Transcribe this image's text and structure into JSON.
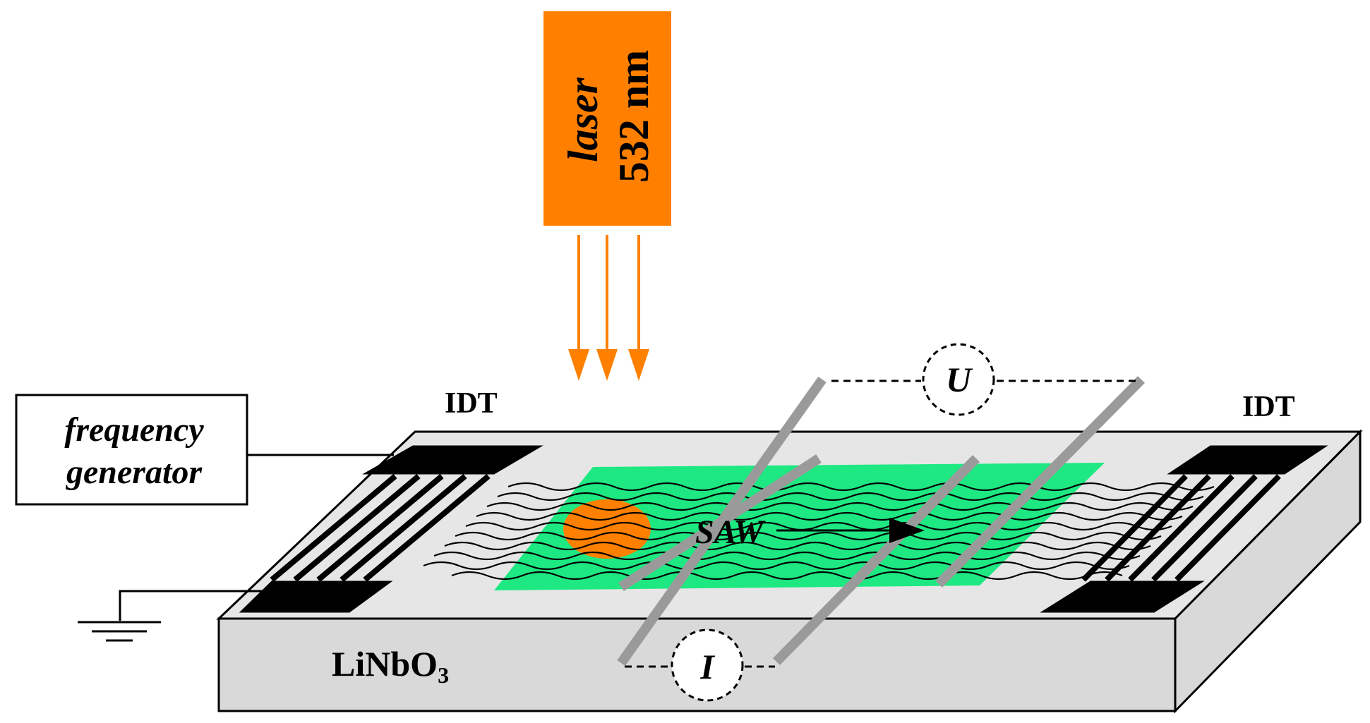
{
  "laser": {
    "label": "laser",
    "wavelength": "532 nm",
    "color": "#ff8000"
  },
  "idt_left": {
    "label": "IDT"
  },
  "idt_right": {
    "label": "IDT"
  },
  "generator": {
    "label_line1": "frequency",
    "label_line2": "generator"
  },
  "substrate": {
    "label_main": "LiNbO",
    "label_sub": "3",
    "top_color": "#e6e6e6",
    "side_color": "#d9d9d9"
  },
  "film": {
    "color": "#1ee882"
  },
  "spot": {
    "color": "#ff8000"
  },
  "saw": {
    "label": "SAW"
  },
  "voltmeter": {
    "label": "U"
  },
  "ammeter": {
    "label": "I"
  }
}
